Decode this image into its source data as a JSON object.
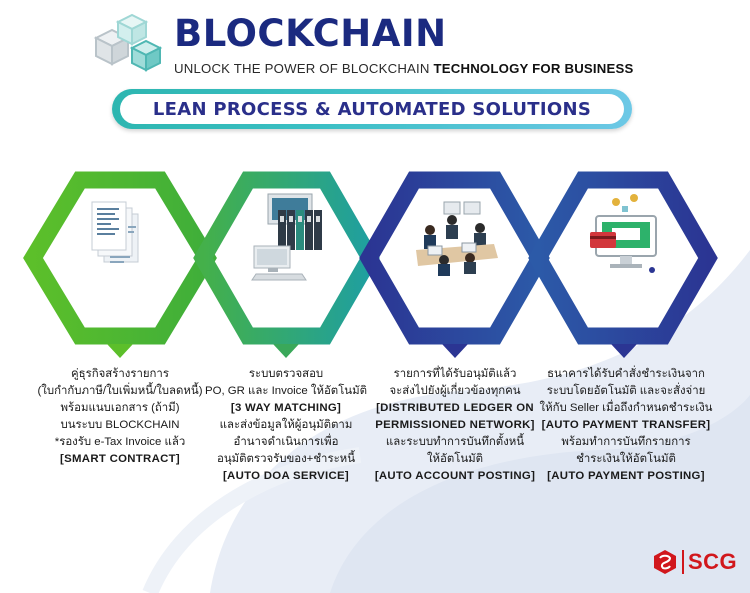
{
  "header": {
    "title": "BLOCKCHAIN",
    "tagline_regular": "UNLOCK THE POWER OF BLOCKCHAIN ",
    "tagline_bold": "TECHNOLOGY FOR BUSINESS"
  },
  "banner": {
    "text": "LEAN PROCESS & AUTOMATED SOLUTIONS"
  },
  "steps": [
    {
      "icon": "documents-icon",
      "lines": [
        "คู่ธุรกิจสร้างรายการ",
        "(ใบกำกับภาษี/ใบเพิ่มหนี้/ใบลดหนี้)",
        "พร้อมแนบเอกสาร (ถ้ามี)",
        "บนระบบ BLOCKCHAIN",
        "*รองรับ e-Tax Invoice แล้ว",
        "[SMART CONTRACT]"
      ]
    },
    {
      "icon": "filing-computer-icon",
      "lines": [
        "ระบบตรวจสอบ",
        "PO, GR และ Invoice ให้อัตโนมัติ",
        "[3 WAY MATCHING]",
        "และส่งข้อมูลให้ผู้อนุมัติตาม",
        "อำนาจดำเนินการเพื่อ",
        "อนุมัติตรวจรับของ+ชำระหนี้",
        "[AUTO DOA SERVICE]"
      ]
    },
    {
      "icon": "meeting-team-icon",
      "lines": [
        "รายการที่ได้รับอนุมัติแล้ว",
        "จะส่งไปยังผู้เกี่ยวข้องทุกคน",
        "[DISTRIBUTED LEDGER ON",
        "PERMISSIONED NETWORK]",
        "และระบบทำการบันทึกตั้งหนี้",
        "ให้อัตโนมัติ",
        "[AUTO ACCOUNT POSTING]"
      ]
    },
    {
      "icon": "online-payment-icon",
      "lines": [
        "ธนาคารได้รับคำสั่งชำระเงินจาก",
        "ระบบโดยอัตโนมัติ และจะสั่งจ่าย",
        "ให้กับ Seller เมื่อถึงกำหนดชำระเงิน",
        "[AUTO PAYMENT TRANSFER]",
        "พร้อมทำการบันทึกรายการ",
        "ชำระเงินให้อัตโนมัติ",
        "[AUTO PAYMENT POSTING]"
      ]
    }
  ],
  "brand": {
    "name": "SCG"
  },
  "colors": {
    "title": "#1b2a80",
    "green": "#5cbf2a",
    "teal": "#1f9fa0",
    "navy": "#2b3593",
    "brand_red": "#d1171c"
  }
}
